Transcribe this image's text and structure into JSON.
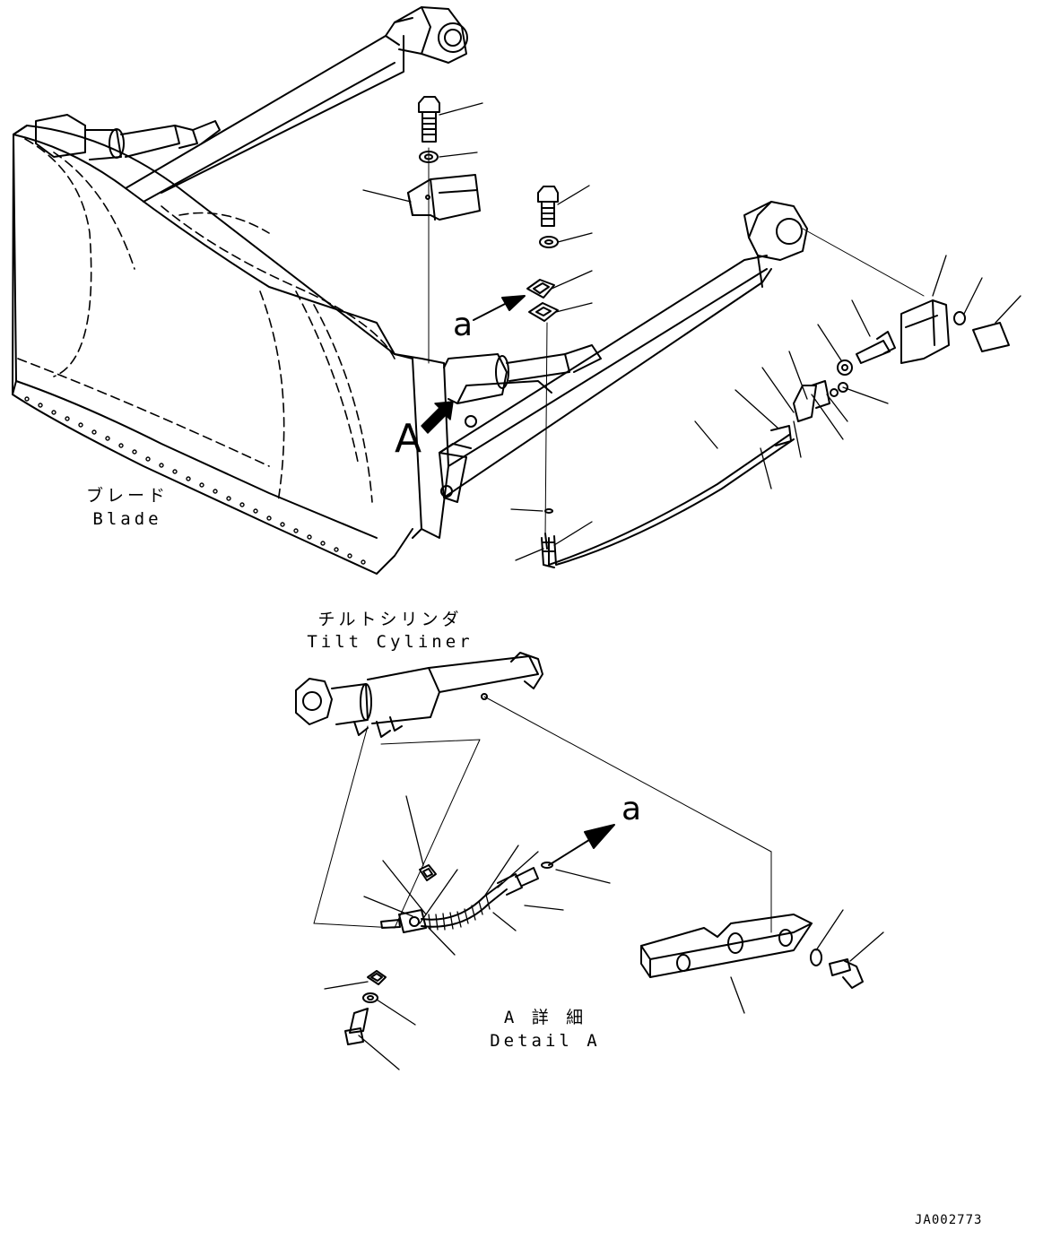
{
  "labels": {
    "blade_jp": "ブレード",
    "blade_en": "Blade",
    "tilt_jp": "チルトシリンダ",
    "tilt_en": "Tilt Cyliner",
    "detail_jp": "A 詳 細",
    "detail_en": "Detail A",
    "view_marker": "A",
    "arrow_a_top": "a",
    "arrow_a_bottom": "a",
    "drawing_code": "JA002773"
  },
  "colors": {
    "line": "#000000",
    "background": "#ffffff"
  }
}
